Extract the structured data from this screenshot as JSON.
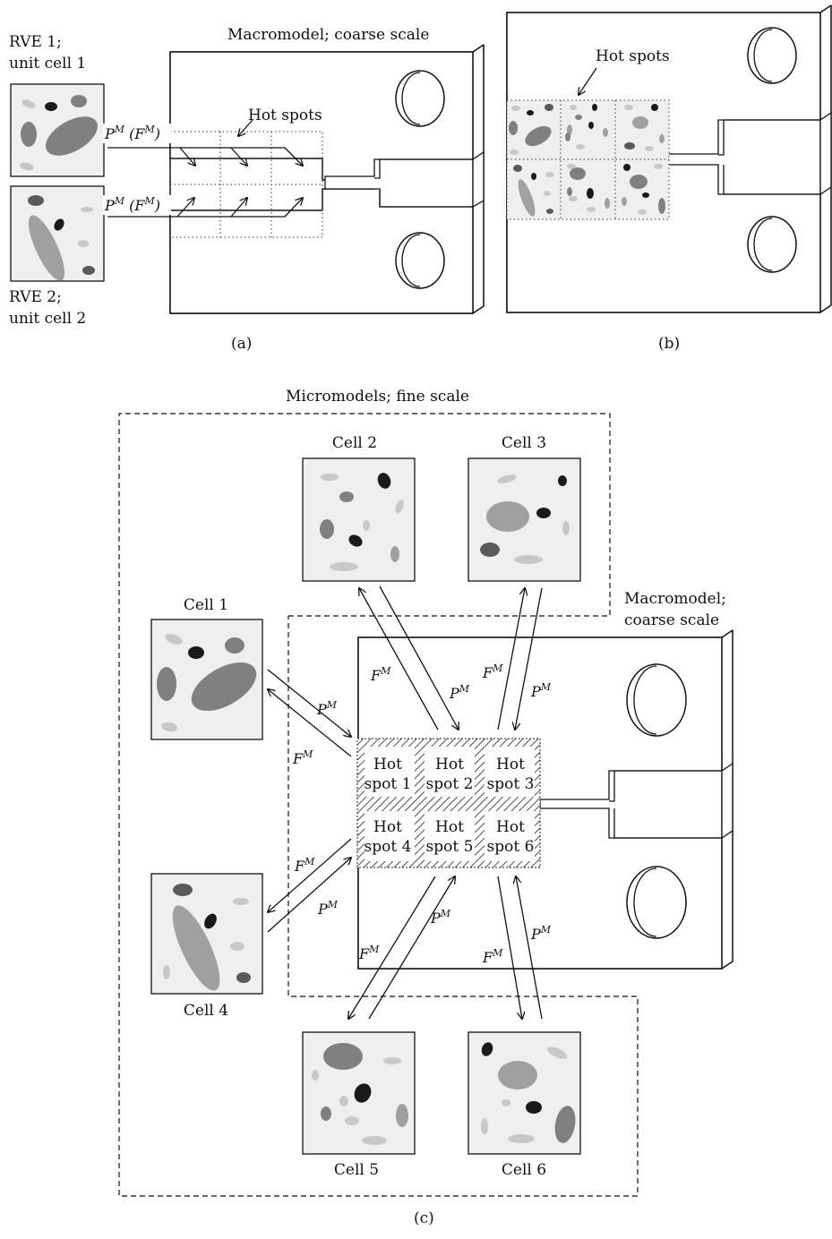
{
  "panel_a": {
    "rve1_line1": "RVE 1;",
    "rve1_line2": "unit cell 1",
    "rve2_line1": "RVE 2;",
    "rve2_line2": "unit cell 2",
    "macro_title": "Macromodel; coarse scale",
    "hot_spots": "Hot spots",
    "p_symbol": "P",
    "f_symbol": "F",
    "superscript": "M",
    "caption": "(a)"
  },
  "panel_b": {
    "hot_spots": "Hot spots",
    "caption": "(b)"
  },
  "panel_c": {
    "micro_title": "Micromodels; fine scale",
    "macro_line1": "Macromodel;",
    "macro_line2": "coarse scale",
    "cells": [
      "Cell 1",
      "Cell 2",
      "Cell 3",
      "Cell 4",
      "Cell 5",
      "Cell 6"
    ],
    "hot_word": "Hot",
    "spot_labels": [
      "spot 1",
      "spot 2",
      "spot 3",
      "spot 4",
      "spot 5",
      "spot 6"
    ],
    "p_symbol": "P",
    "f_symbol": "F",
    "superscript": "M",
    "caption": "(c)"
  }
}
